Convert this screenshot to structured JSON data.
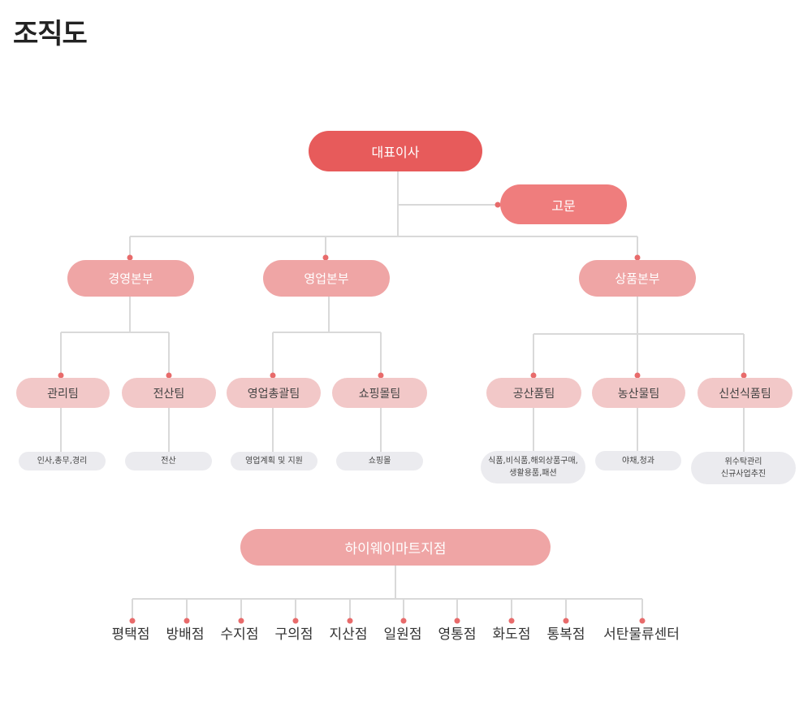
{
  "title": "조직도",
  "ceo": "대표이사",
  "advisor": "고문",
  "divisions": [
    {
      "label": "경영본부",
      "teams": [
        {
          "label": "관리팀",
          "desc": [
            "인사,총무,경리"
          ]
        },
        {
          "label": "전산팀",
          "desc": [
            "전산"
          ]
        }
      ]
    },
    {
      "label": "영업본부",
      "teams": [
        {
          "label": "영업총괄팀",
          "desc": [
            "영업계획 및 지원"
          ]
        },
        {
          "label": "쇼핑몰팀",
          "desc": [
            "쇼핑몰"
          ]
        }
      ]
    },
    {
      "label": "상품본부",
      "teams": [
        {
          "label": "공산품팀",
          "desc": [
            "식품,비식품,해외상품구매,",
            "생활용품,패션"
          ]
        },
        {
          "label": "농산물팀",
          "desc": [
            "야채,청과"
          ]
        },
        {
          "label": "신선식품팀",
          "desc": [
            "위수탁관리",
            "신규사업추진"
          ]
        }
      ]
    }
  ],
  "branch_group": {
    "label": "하이웨이마트지점",
    "branches": [
      "평택점",
      "방배점",
      "수지점",
      "구의점",
      "지산점",
      "일원점",
      "영통점",
      "화도점",
      "통복점",
      "서탄물류센터"
    ]
  },
  "colors": {
    "line": "#d9d9d9",
    "dot": "#e86b6b",
    "ceo": "#e75b5b",
    "advisor": "#ef7d7d",
    "division": "#efa5a5",
    "team": "#f2c8c8",
    "desc": "#ebebef"
  }
}
